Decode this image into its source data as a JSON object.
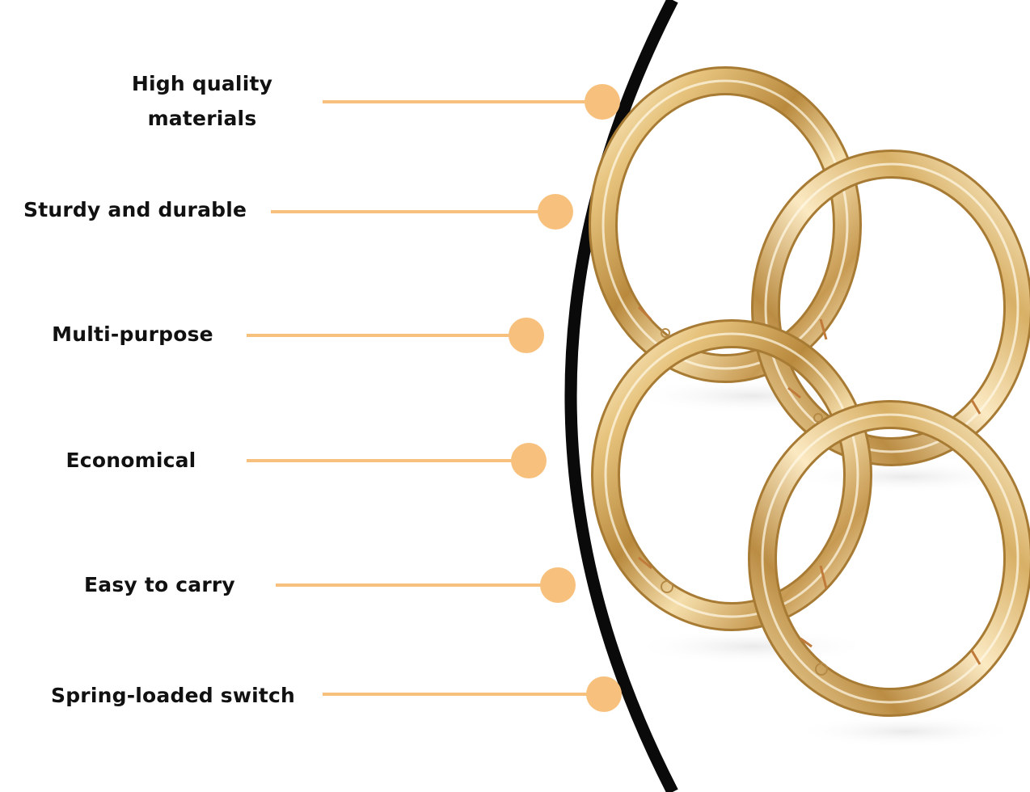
{
  "features": [
    {
      "id": "quality",
      "lines": [
        "High quality",
        "materials"
      ]
    },
    {
      "id": "durable",
      "lines": [
        "Sturdy and durable"
      ]
    },
    {
      "id": "multipurpose",
      "lines": [
        "Multi-purpose"
      ]
    },
    {
      "id": "economical",
      "lines": [
        "Economical"
      ]
    },
    {
      "id": "carry",
      "lines": [
        "Easy to carry"
      ]
    },
    {
      "id": "spring",
      "lines": [
        "Spring-loaded switch"
      ]
    }
  ],
  "colors": {
    "background": "#ffffff",
    "accent": "#f7c17d",
    "arc": "#0a0a0a",
    "text": "#111111",
    "ring_gold": "#d9b46a"
  },
  "icons": {
    "bullet": "orange-dot",
    "product": "gold-spring-rings"
  }
}
